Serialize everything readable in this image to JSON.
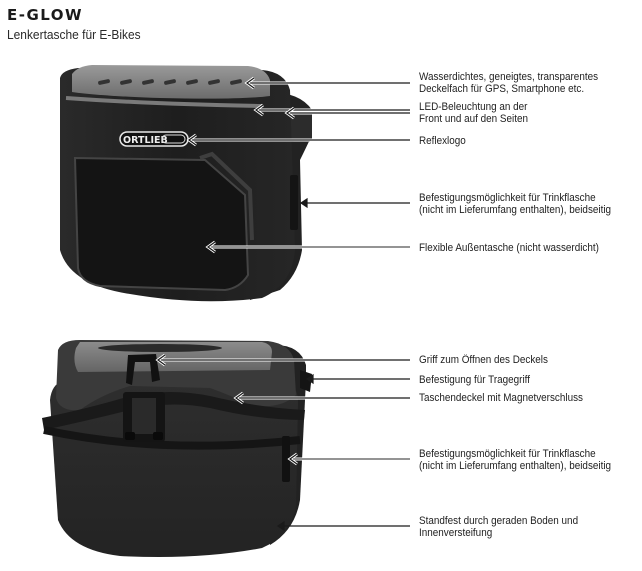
{
  "header": {
    "title": "E-GLOW",
    "subtitle": "Lenkertasche für E-Bikes"
  },
  "bag_front": {
    "logo_text": "ORTLIEB",
    "callouts": [
      {
        "lines": [
          "Wasserdichtes, geneigtes, transparentes",
          "Deckelfach für GPS, Smartphone etc."
        ]
      },
      {
        "lines": [
          "LED-Beleuchtung an der",
          "Front und auf den Seiten"
        ]
      },
      {
        "lines": [
          "Reflexlogo"
        ]
      },
      {
        "lines": [
          "Befestigungsmöglichkeit für Trinkflasche",
          "(nicht im Lieferumfang enthalten), beidseitig"
        ]
      },
      {
        "lines": [
          "Flexible Außentasche (nicht wasserdicht)"
        ]
      }
    ]
  },
  "bag_back": {
    "callouts": [
      {
        "lines": [
          "Griff zum Öffnen des Deckels"
        ]
      },
      {
        "lines": [
          "Befestigung für Tragegriff"
        ]
      },
      {
        "lines": [
          "Taschendeckel mit Magnetverschluss"
        ]
      },
      {
        "lines": [
          "Befestigungsmöglichkeit für Trinkflasche",
          "(nicht im Lieferumfang enthalten), beidseitig"
        ]
      },
      {
        "lines": [
          "Standfest durch geraden Boden und",
          "Innenversteifung"
        ]
      }
    ]
  },
  "colors": {
    "bag_dark": "#1c1c1c",
    "bag_mid": "#3a3a3a",
    "lid_grey": "#8a8a8a",
    "callout_line": "#1a1a1a"
  }
}
